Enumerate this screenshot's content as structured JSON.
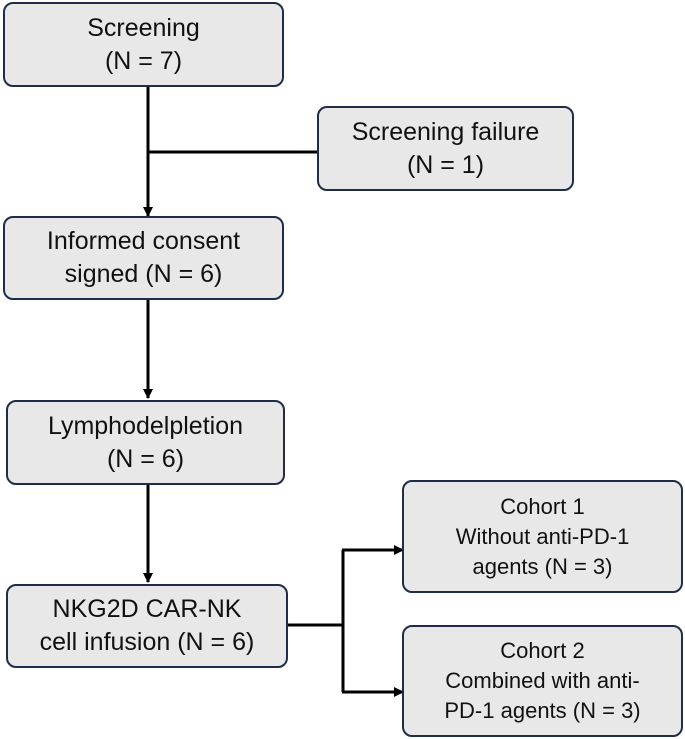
{
  "boxes": {
    "screening": [
      "Screening",
      "(N = 7)"
    ],
    "screening_failure": [
      "Screening failure",
      "(N = 1)"
    ],
    "informed_consent": [
      "Informed consent",
      "signed (N = 6)"
    ],
    "lymphodepletion": [
      "Lymphodelpletion",
      "(N = 6)"
    ],
    "infusion": [
      "NKG2D CAR-NK",
      "cell infusion (N = 6)"
    ],
    "cohort1": [
      "Cohort 1",
      "Without anti-PD-1",
      "agents (N = 3)"
    ],
    "cohort2": [
      "Cohort 2",
      "Combined with anti-",
      "PD-1 agents (N = 3)"
    ]
  },
  "colors": {
    "box_fill": "#e8e8e8",
    "box_border": "#1f2d4a",
    "line": "#000000"
  }
}
